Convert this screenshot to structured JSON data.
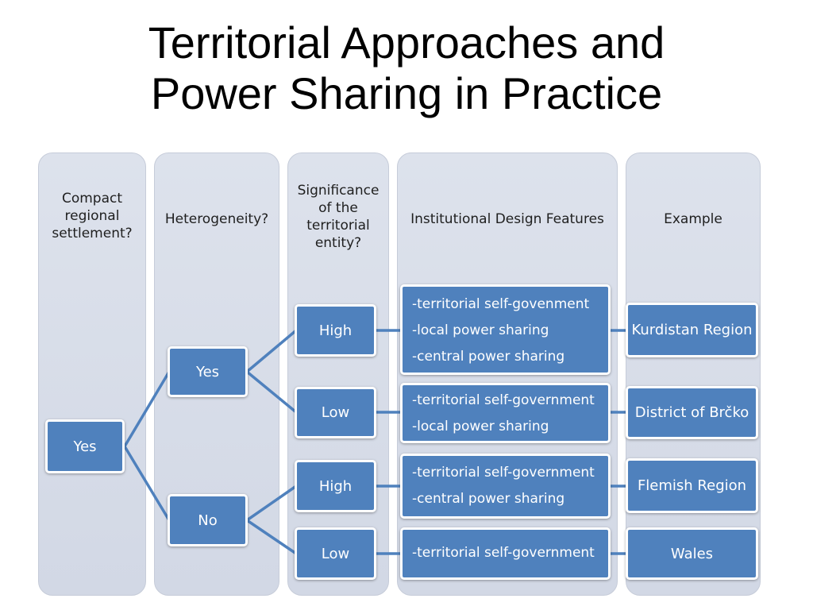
{
  "title": {
    "line1": "Territorial Approaches and",
    "line2": "Power Sharing in Practice"
  },
  "columns": [
    {
      "lines": [
        "Compact",
        "regional",
        "settlement?"
      ]
    },
    {
      "lines": [
        "Heterogeneity?"
      ]
    },
    {
      "lines": [
        "Significance",
        "of the",
        "territorial",
        "entity?"
      ]
    },
    {
      "lines": [
        "Institutional Design Features"
      ]
    },
    {
      "lines": [
        "Example"
      ]
    }
  ],
  "nodes": {
    "settlement_yes": "Yes",
    "hetero_yes": "Yes",
    "hetero_no": "No",
    "sig_1": "High",
    "sig_2": "Low",
    "sig_3": "High",
    "sig_4": "Low"
  },
  "features": [
    [
      "-territorial self-govenment",
      "-local power sharing",
      "-central power sharing"
    ],
    [
      "-territorial self-government",
      "-local power sharing"
    ],
    [
      "-territorial self-government",
      "-central power sharing"
    ],
    [
      "-territorial self-government"
    ]
  ],
  "examples": [
    "Kurdistan Region",
    "District of Brčko",
    "Flemish Region",
    "Wales"
  ],
  "colors": {
    "node_fill": "#4f81bd",
    "connector": "#4f81bd",
    "column_bg": "#d8dde8"
  }
}
